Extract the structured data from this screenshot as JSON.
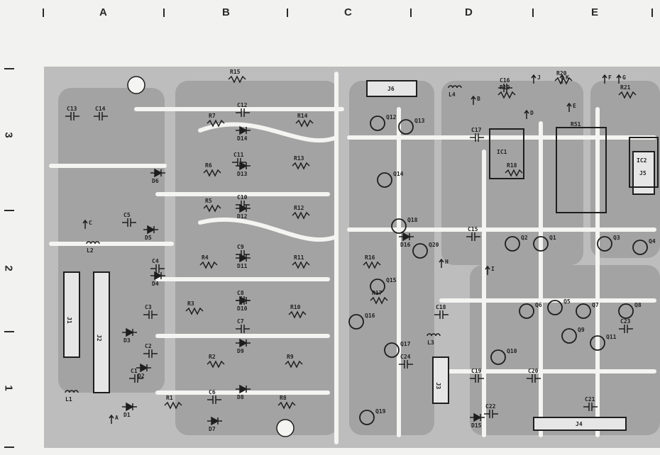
{
  "columns": [
    "A",
    "B",
    "C",
    "D",
    "E"
  ],
  "rows": [
    "3",
    "2",
    "1"
  ],
  "connectors": [
    "J1",
    "J2",
    "J3",
    "J4",
    "J5",
    "J6"
  ],
  "ics": [
    "IC1",
    "IC2"
  ],
  "pot": "R51",
  "resistors": [
    "R1",
    "R2",
    "R3",
    "R4",
    "R5",
    "R6",
    "R7",
    "R8",
    "R9",
    "R10",
    "R11",
    "R12",
    "R13",
    "R14",
    "R15",
    "R16",
    "R17",
    "R18",
    "R19",
    "R20",
    "R21"
  ],
  "capacitors": [
    "C1",
    "C2",
    "C3",
    "C4",
    "C5",
    "C6",
    "C7",
    "C8",
    "C9",
    "C10",
    "C11",
    "C12",
    "C13",
    "C14",
    "C15",
    "C16",
    "C17",
    "C18",
    "C19",
    "C20",
    "C21",
    "C22",
    "C23",
    "C24"
  ],
  "diodes": [
    "D1",
    "D2",
    "D3",
    "D4",
    "D5",
    "D6",
    "D7",
    "D8",
    "D9",
    "D10",
    "D11",
    "D12",
    "D13",
    "D14",
    "D15",
    "D16"
  ],
  "transistors": [
    "Q1",
    "Q2",
    "Q3",
    "Q4",
    "Q5",
    "Q6",
    "Q7",
    "Q8",
    "Q9",
    "Q10",
    "Q11",
    "Q12",
    "Q13",
    "Q14",
    "Q15",
    "Q16",
    "Q17",
    "Q18",
    "Q19",
    "Q20"
  ],
  "inductors": [
    "L1",
    "L2",
    "L3",
    "L4"
  ],
  "testpoints": [
    "A",
    "B",
    "C",
    "D",
    "E",
    "F",
    "G",
    "H",
    "I",
    "J",
    "K"
  ],
  "colors": {
    "board": "#bdbdbd",
    "copper": "#8e8e8e",
    "trace": "#f4f4f2",
    "ink": "#1e1e1e"
  }
}
